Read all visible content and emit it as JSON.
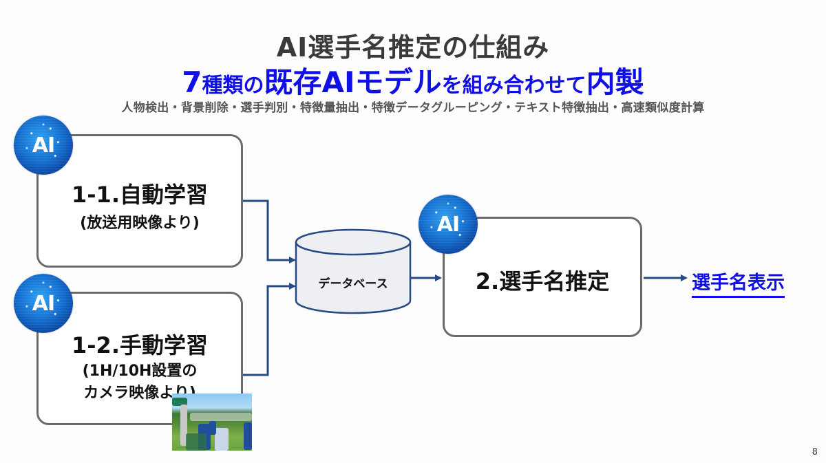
{
  "slide": {
    "title": "AI選手名推定の仕組み",
    "subtitle": {
      "part1": "7",
      "part2": "種類の",
      "part3": "既存AIモデル",
      "part4": "を組み合わせて",
      "part5": "内製"
    },
    "models_line": "人物検出・背景削除・選手判別・特徴量抽出・特徴データグルーピング・テキスト特徴抽出・高速類似度計算",
    "page_number": "8"
  },
  "diagram": {
    "badge_label": "AI",
    "box_auto": {
      "title": "1-1.自動学習",
      "detail": "(放送用映像より)"
    },
    "box_manual": {
      "title": "1-2.手動学習",
      "detail_line1": "(1H/10H設置の",
      "detail_line2": "カメラ映像より)"
    },
    "database": {
      "label": "データベース"
    },
    "box_estimate": {
      "title": "2.選手名推定"
    },
    "result": {
      "label": "選手名表示"
    }
  },
  "colors": {
    "title": "#3a3a3a",
    "accent_blue": "#1010e6",
    "connector": "#264a85",
    "box_border": "#6b6b6b"
  }
}
